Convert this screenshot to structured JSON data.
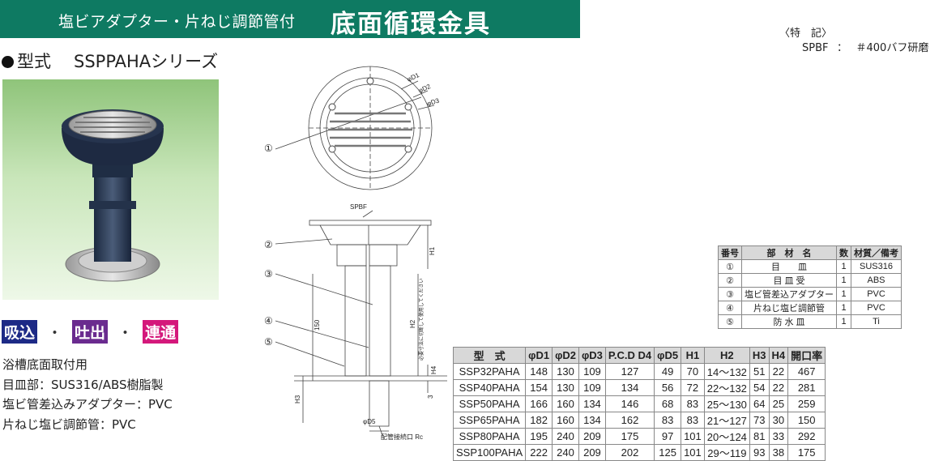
{
  "header": {
    "subtitle": "塩ビアダプター・片ねじ調節管付",
    "title": "底面循環金具"
  },
  "series": {
    "label": "型式",
    "name": "SSPPAHAシリーズ"
  },
  "features": {
    "heading": "〈特　記〉",
    "key": "SPBF",
    "colon": "：",
    "value": "＃400バフ研磨"
  },
  "tags": [
    "吸込",
    "吐出",
    "連通"
  ],
  "tag_sep": "・",
  "specs": [
    "浴槽底面取付用",
    "目皿部：SUS316/ABS樹脂製",
    "塩ビ管差込みアダプター：PVC",
    "片ねじ塩ビ調節管：PVC"
  ],
  "drawing": {
    "markers": [
      "①",
      "②",
      "③",
      "④",
      "⑤"
    ],
    "labels": {
      "d1": "φD1",
      "d2": "φD2",
      "d3": "φD3",
      "spbf": "SPBF",
      "h1": "H1",
      "h2": "H2",
      "h3": "H3",
      "h4": "H4",
      "dim150": "150",
      "dim3": "3",
      "d5": "φD5",
      "port": "配管接続口 Rc",
      "note": "必要寸法に切断して使用してください"
    }
  },
  "parts_table": {
    "headers": [
      "番号",
      "部　材　名",
      "数",
      "材質／備考"
    ],
    "rows": [
      [
        "①",
        "目　　皿",
        "1",
        "SUS316"
      ],
      [
        "②",
        "目 皿 受",
        "1",
        "ABS"
      ],
      [
        "③",
        "塩ビ管差込アダプター",
        "1",
        "PVC"
      ],
      [
        "④",
        "片ねじ塩ビ調節管",
        "1",
        "PVC"
      ],
      [
        "⑤",
        "防 水 皿",
        "1",
        "Ti"
      ]
    ]
  },
  "dims_table": {
    "headers": [
      "型　式",
      "φD1",
      "φD2",
      "φD3",
      "P.C.D D4",
      "φD5",
      "H1",
      "H2",
      "H3",
      "H4",
      "開口率"
    ],
    "rows": [
      [
        "SSP32PAHA",
        "148",
        "130",
        "109",
        "127",
        "49",
        "70",
        "14～132",
        "51",
        "22",
        "467"
      ],
      [
        "SSP40PAHA",
        "154",
        "130",
        "109",
        "134",
        "56",
        "72",
        "22～132",
        "54",
        "22",
        "281"
      ],
      [
        "SSP50PAHA",
        "166",
        "160",
        "134",
        "146",
        "68",
        "83",
        "25～130",
        "64",
        "25",
        "259"
      ],
      [
        "SSP65PAHA",
        "182",
        "160",
        "134",
        "162",
        "83",
        "83",
        "21～127",
        "73",
        "30",
        "150"
      ],
      [
        "SSP80PAHA",
        "195",
        "240",
        "209",
        "175",
        "97",
        "101",
        "20～124",
        "81",
        "33",
        "292"
      ],
      [
        "SSP100PAHA",
        "222",
        "240",
        "209",
        "202",
        "125",
        "101",
        "29～119",
        "93",
        "38",
        "175"
      ]
    ]
  }
}
